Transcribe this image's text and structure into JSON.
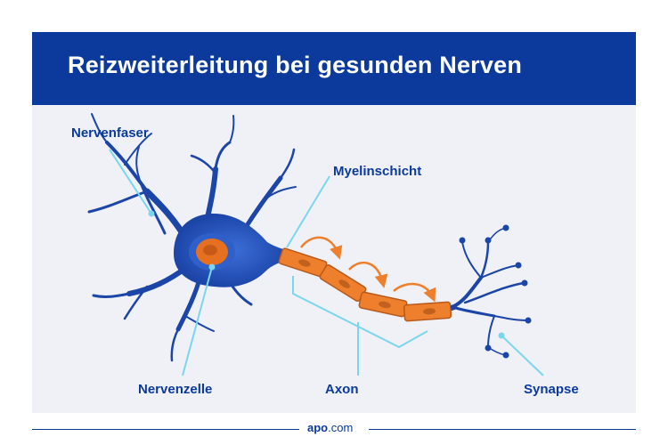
{
  "header": {
    "title": "Reizweiterleitung bei gesunden Nerven"
  },
  "labels": {
    "nervenfaser": "Nervenfaser",
    "myelinschicht": "Myelinschicht",
    "nervenzelle": "Nervenzelle",
    "axon": "Axon",
    "synapse": "Synapse"
  },
  "footer": {
    "brand_bold": "apo",
    "brand_rest": ".com"
  },
  "colors": {
    "brand_blue": "#0b3a9c",
    "neuron_blue": "#1c45a8",
    "panel_bg": "#eff1f7",
    "myelin_orange": "#ee7f2d",
    "nucleus_orange": "#e57020",
    "pointer_line": "#7ad6f0"
  }
}
